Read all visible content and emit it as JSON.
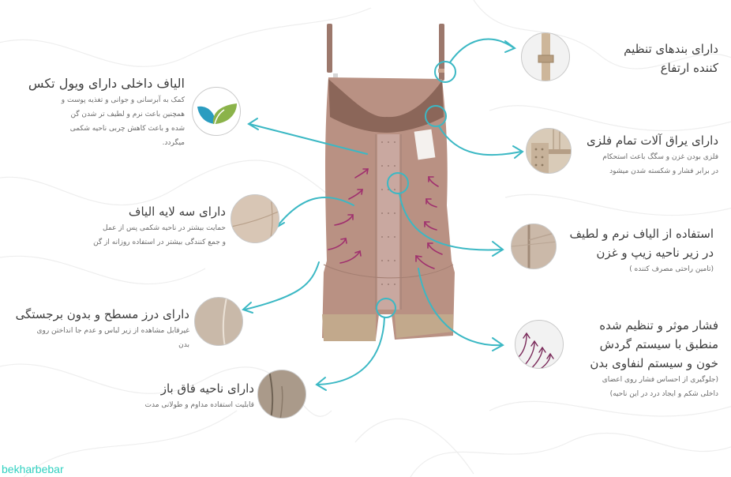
{
  "colors": {
    "accent_teal": "#3bb8c4",
    "fabric": "#b99183",
    "fabric_dark": "#8e6a60",
    "lace": "#c2a98c",
    "arrow_magenta": "#a0306e",
    "leaf_green": "#8bb34a",
    "leaf_blue": "#2a9cc0",
    "watermark": "#2fd1c0"
  },
  "features": {
    "fibers": {
      "title": "الیاف داخلی دارای ویول تکس",
      "desc": [
        "کمک به آبرسانی و جوانی و تغذیه پوست و",
        "همچنین باعث نرم و لطیف تر شدن گن",
        "شده و باعث کاهش چربی ناحیه شکمی",
        "میگردد."
      ],
      "icon": "leaf-icon"
    },
    "straps": {
      "title": "دارای بندهای تنظیم",
      "title2": "کننده ارتفاع",
      "icon": "adjustable-strap-icon"
    },
    "metal": {
      "title": "دارای یراق آلات تمام فلزی",
      "desc": [
        "فلزی بودن غزن و سگگ باعث استحکام",
        "در برابر فشار و شکسته شدن میشود"
      ],
      "icon": "metal-hooks-icon"
    },
    "soft_fiber": {
      "title": "استفاده از الیاف نرم و لطیف",
      "title2": "در زیر ناحیه زیپ و غزن",
      "note": "(تامین راحتی مصرف کننده )",
      "icon": "soft-fiber-icon"
    },
    "layers": {
      "title": "دارای سه لایه الیاف",
      "desc": [
        "حمایت بیشتر در ناحیه شکمی پس از عمل",
        "و جمع کنندگی بیشتر در استفاده روزانه از گن"
      ],
      "icon": "fabric-layers-icon"
    },
    "pressure": {
      "title": "فشار موثر و تنظیم شده",
      "title2": "منطبق با سیستم گردش",
      "title3": "خون و سیستم لنفاوی بدن",
      "desc": [
        "(جلوگیری از احساس فشار روی اعضای",
        "داخلی شکم و ایجاد درد در این ناحیه)"
      ],
      "icon": "pressure-arrows-icon"
    },
    "seam": {
      "title": "دارای درز مسطح و بدون برجستگی",
      "desc": [
        "غیرقابل مشاهده از زیر لباس و عدم جا انداختن روی",
        "بدن"
      ],
      "icon": "flat-seam-icon"
    },
    "crotch": {
      "title": "دارای ناحیه فاق باز",
      "desc": [
        "قابلیت استفاده مداوم و طولانی مدت"
      ],
      "icon": "open-crotch-icon"
    }
  },
  "watermark": "bekharbebar"
}
